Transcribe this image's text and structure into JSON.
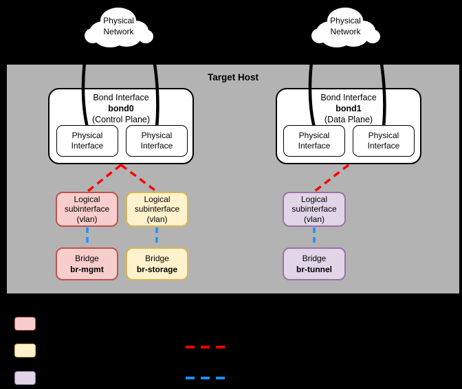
{
  "palette": {
    "canvas_bg": "#000000",
    "host_fill": "#b3b3b3",
    "node_fill": "#ffffff",
    "pink_fill": "#f8cecc",
    "pink_stroke": "#b85450",
    "yellow_fill": "#fff2cc",
    "yellow_stroke": "#d6b656",
    "purple_fill": "#e1d5e7",
    "purple_stroke": "#9673a6",
    "red_link": "#ff0000",
    "blue_link": "#1e8fff",
    "uplink": "#000000"
  },
  "clouds": {
    "left": {
      "label": "Physical\nNetwork"
    },
    "right": {
      "label": "Physical\nNetwork"
    }
  },
  "host": {
    "title": "Target Host"
  },
  "bonds": [
    {
      "title": "Bond Interface",
      "name": "bond0",
      "plane": "(Control Plane)",
      "interfaces": [
        {
          "label": "Physical\nInterface"
        },
        {
          "label": "Physical\nInterface"
        }
      ]
    },
    {
      "title": "Bond Interface",
      "name": "bond1",
      "plane": "(Data Plane)",
      "interfaces": [
        {
          "label": "Physical\nInterface"
        },
        {
          "label": "Physical\nInterface"
        }
      ]
    }
  ],
  "subinterfaces": [
    {
      "label": "Logical\nsubinterface\n(vlan)"
    },
    {
      "label": "Logical\nsubinterface\n(vlan)"
    },
    {
      "label": "Logical\nsubinterface\n(vlan)"
    }
  ],
  "bridges": [
    {
      "title": "Bridge",
      "name": "br-mgmt"
    },
    {
      "title": "Bridge",
      "name": "br-storage"
    },
    {
      "title": "Bridge",
      "name": "br-tunnel"
    }
  ],
  "legend": {
    "swatch_colors": [
      "pink",
      "yellow",
      "purple"
    ],
    "line_styles": [
      "red-dashed",
      "blue-dashed"
    ]
  }
}
